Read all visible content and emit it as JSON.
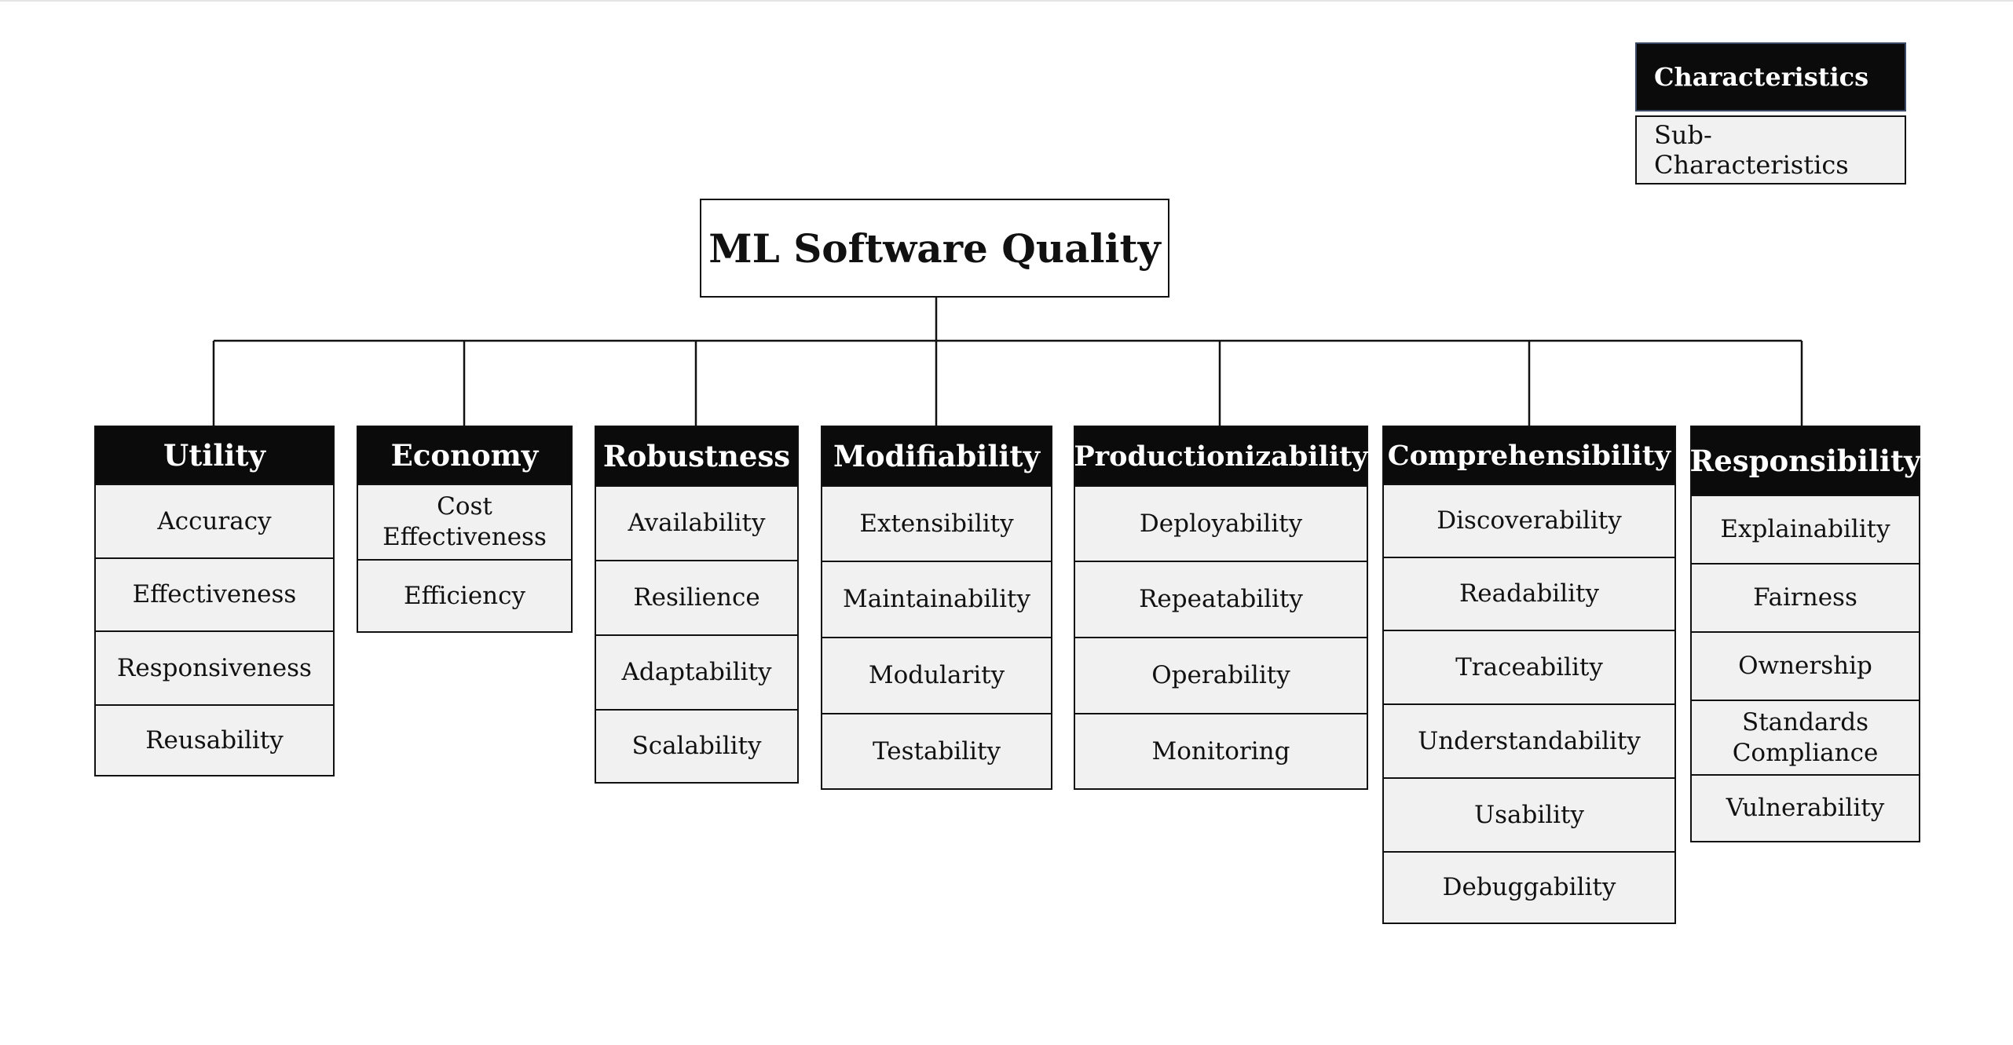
{
  "root": {
    "label": "ML Software Quality"
  },
  "legend": {
    "characteristics": "Characteristics",
    "sub_characteristics": "Sub-Characteristics"
  },
  "characteristics": [
    {
      "name": "Utility",
      "sub": [
        "Accuracy",
        "Effectiveness",
        "Responsiveness",
        "Reusability"
      ]
    },
    {
      "name": "Economy",
      "sub": [
        "Cost Effectiveness",
        "Efficiency"
      ]
    },
    {
      "name": "Robustness",
      "sub": [
        "Availability",
        "Resilience",
        "Adaptability",
        "Scalability"
      ]
    },
    {
      "name": "Modifiability",
      "sub": [
        "Extensibility",
        "Maintainability",
        "Modularity",
        "Testability"
      ]
    },
    {
      "name": "Productionizability",
      "sub": [
        "Deployability",
        "Repeatability",
        "Operability",
        "Monitoring"
      ]
    },
    {
      "name": "Comprehensibility",
      "sub": [
        "Discoverability",
        "Readability",
        "Traceability",
        "Understandability",
        "Usability",
        "Debuggability"
      ]
    },
    {
      "name": "Responsibility",
      "sub": [
        "Explainability",
        "Fairness",
        "Ownership",
        "Standards Compliance",
        "Vulnerability"
      ]
    }
  ],
  "colors": {
    "header_bg": "#0b0b0b",
    "header_text": "#ffffff",
    "sub_bg": "#f1f1f1",
    "border": "#111111"
  }
}
